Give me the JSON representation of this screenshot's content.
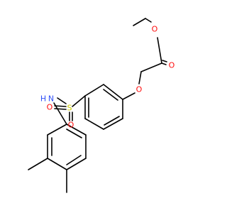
{
  "molecule": {
    "atoms": {
      "ester_carbonyl_o": {
        "symbol": "O",
        "color": "#ff0d0d"
      },
      "ester_o": {
        "symbol": "O",
        "color": "#ff0d0d"
      },
      "ether_o": {
        "symbol": "O",
        "color": "#ff0d0d"
      },
      "sulfur": {
        "symbol": "S",
        "color": "#cccc00"
      },
      "sulfonyl_o_left": {
        "symbol": "O",
        "color": "#ff0d0d"
      },
      "sulfonyl_o_bottom": {
        "symbol": "O",
        "color": "#ff0d0d"
      },
      "nitrogen": {
        "symbol": "N",
        "color": "#3050f8"
      },
      "nitrogen_h": {
        "symbol": "H",
        "color": "#3050f8"
      }
    },
    "bond_color": "#000000"
  }
}
